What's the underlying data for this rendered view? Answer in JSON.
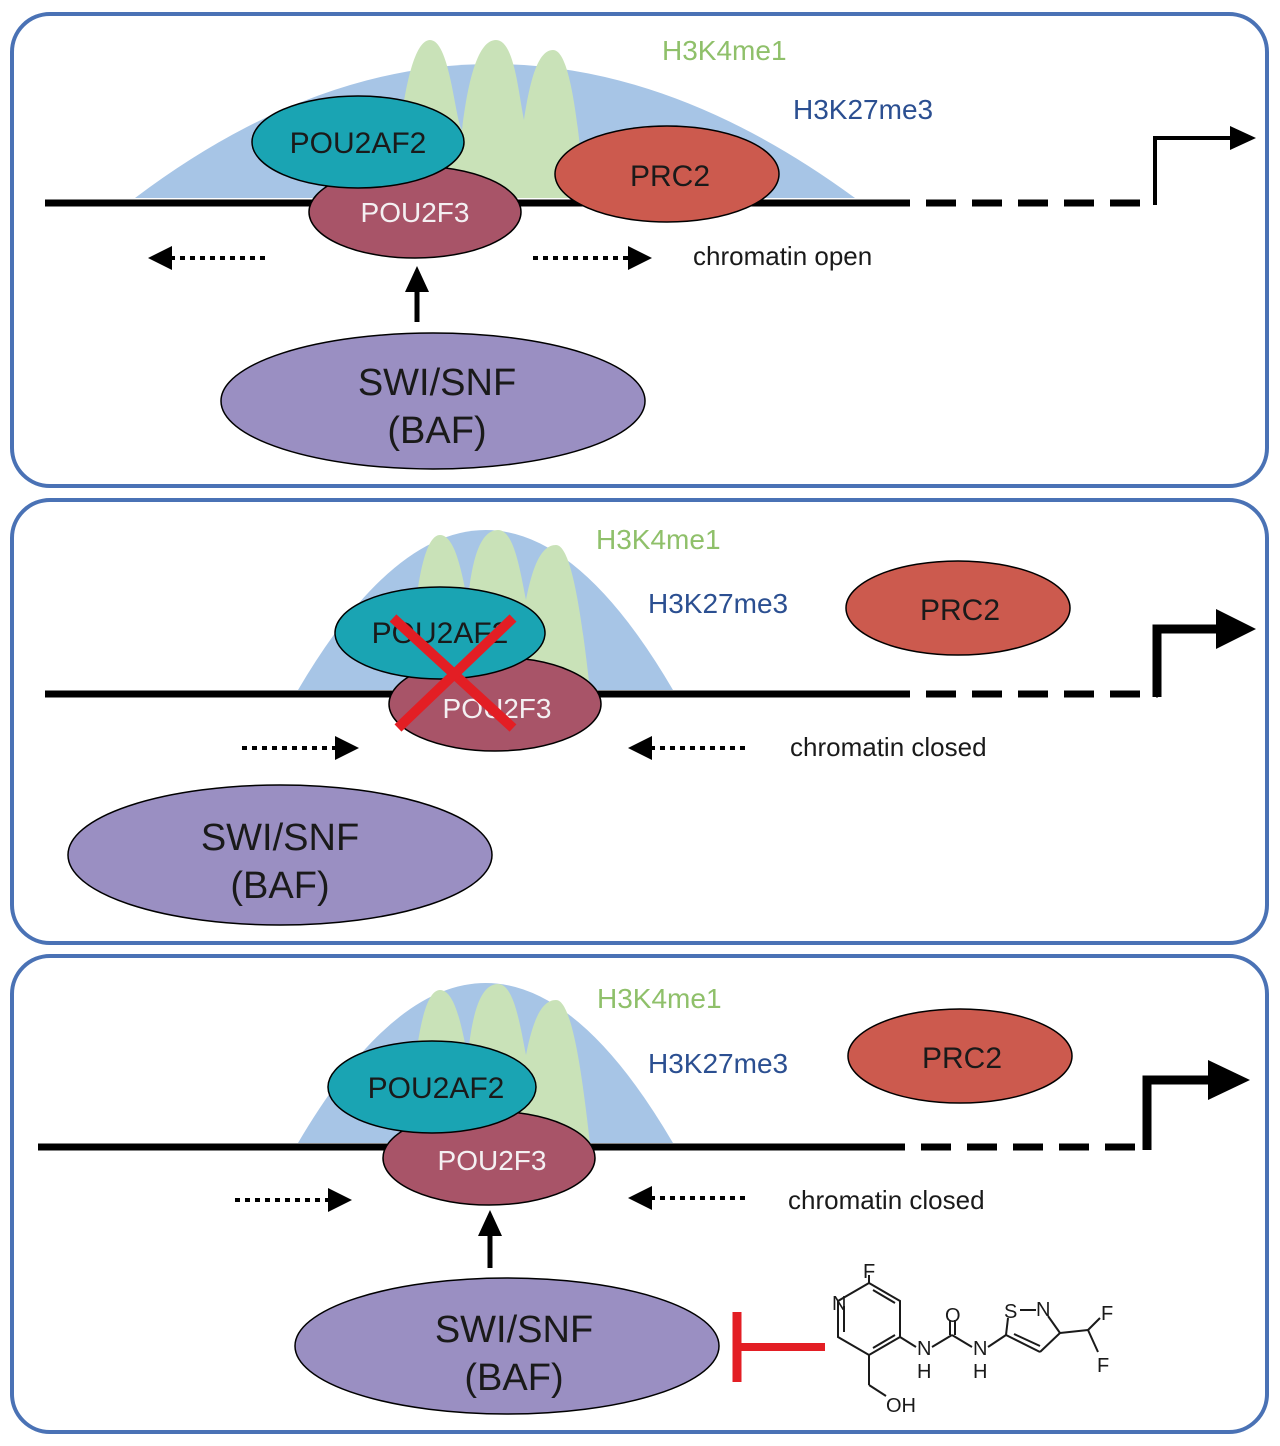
{
  "colors": {
    "panel_border": "#4a72b5",
    "h3k27me3_fill": "#a7c5e6",
    "h3k4me1_fill": "#c9e2b8",
    "h3k4me1_text": "#8fc06a",
    "h3k27me3_text": "#2b4f91",
    "pou2af2_fill": "#1aa4b3",
    "pou2f3_fill": "#a85468",
    "prc2_fill": "#cc5a4e",
    "baf_fill": "#9a8fc2",
    "inhibit_red": "#e31e24"
  },
  "panels": [
    {
      "h3k4me1": "H3K4me1",
      "h3k27me3": "H3K27me3",
      "pou2af2": "POU2AF2",
      "pou2f3": "POU2F3",
      "prc2": "PRC2",
      "chromatin_state": "chromatin open",
      "baf_line1": "SWI/SNF",
      "baf_line2": "(BAF)"
    },
    {
      "h3k4me1": "H3K4me1",
      "h3k27me3": "H3K27me3",
      "pou2af2": "POU2AF2",
      "pou2f3": "POU2F3",
      "prc2": "PRC2",
      "chromatin_state": "chromatin closed",
      "baf_line1": "SWI/SNF",
      "baf_line2": "(BAF)"
    },
    {
      "h3k4me1": "H3K4me1",
      "h3k27me3": "H3K27me3",
      "pou2af2": "POU2AF2",
      "pou2f3": "POU2F3",
      "prc2": "PRC2",
      "chromatin_state": "chromatin closed",
      "baf_line1": "SWI/SNF",
      "baf_line2": "(BAF)"
    }
  ],
  "inhibitor": {
    "atoms": {
      "f_top": "F",
      "n_ring": "N",
      "o": "O",
      "nh1_n": "N",
      "nh1_h": "H",
      "nh2_n": "N",
      "nh2_h": "H",
      "s": "S",
      "n_thiazole": "N",
      "f_right1": "F",
      "f_right2": "F",
      "oh": "OH"
    }
  }
}
